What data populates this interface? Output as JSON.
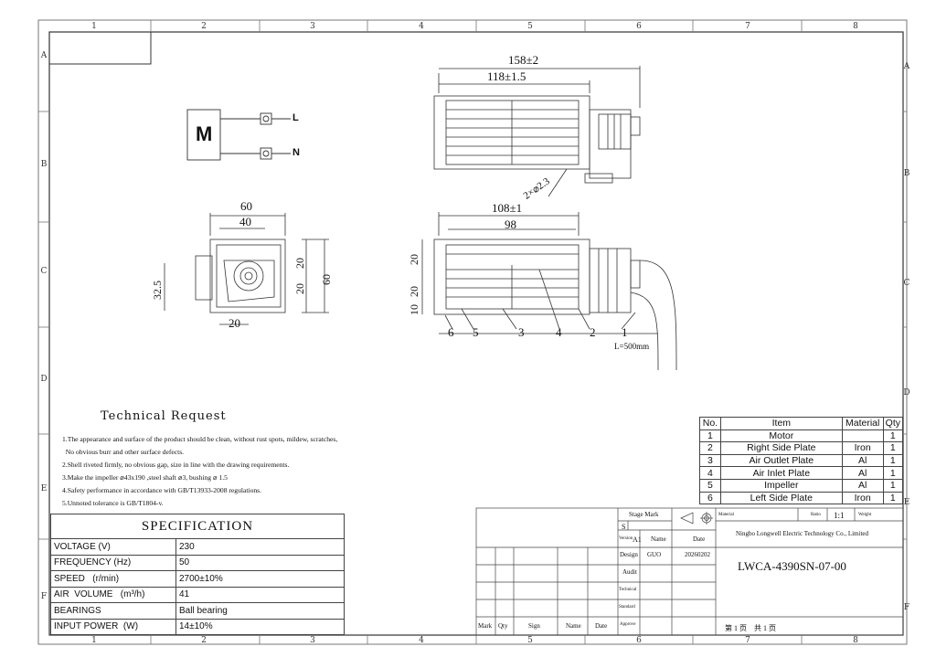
{
  "zones": {
    "columns": [
      "1",
      "2",
      "3",
      "4",
      "5",
      "6",
      "7",
      "8"
    ],
    "rows": [
      "A",
      "B",
      "C",
      "D",
      "E",
      "F"
    ]
  },
  "wiring": {
    "motor_label": "M",
    "live_label": "L",
    "neutral_label": "N"
  },
  "dimensions": {
    "top_overall": "158±2",
    "top_inner": "118±1.5",
    "holes": "2×⌀2.3",
    "side_overall": "108±1",
    "side_inner": "98",
    "end_width": "60",
    "end_inner": "40",
    "end_height": "60",
    "end_upper": "20",
    "end_lower": "20",
    "end_left": "32.5",
    "end_bottom": "20",
    "side_top": "20",
    "side_mid": "20",
    "side_low": "10",
    "cable_length": "L=500mm"
  },
  "balloons": [
    "6",
    "5",
    "3",
    "4",
    "2",
    "1"
  ],
  "technical_request": {
    "title": "Technical Request",
    "lines": [
      "1.The appearance and surface of the product should be clean, without rust spots, mildew, scratches,",
      "  No obvious burr and other surface defects.",
      "2.Shell riveted firmly, no obvious gap, size in line with the drawing requirements.",
      "3.Make the impeller ⌀43x190 ,steel shaft ⌀3, bushing ⌀ 1.5",
      "4.Safety performance in accordance with GB/T13933-2008 regulations.",
      "5.Unnoted tolerance is GB/T1804-v."
    ]
  },
  "specification": {
    "title": "SPECIFICATION",
    "rows": [
      {
        "label": "VOLTAGE (V)",
        "value": "230"
      },
      {
        "label": "FREQUENCY (Hz)",
        "value": "50"
      },
      {
        "label": "SPEED   (r/min)",
        "value": "2700±10%"
      },
      {
        "label": "AIR  VOLUME   (m³/h)",
        "value": "41"
      },
      {
        "label": "BEARINGS",
        "value": "Ball bearing"
      },
      {
        "label": "INPUT POWER  (W)",
        "value": "14±10%"
      }
    ]
  },
  "parts_list": {
    "headers": [
      "No.",
      "Item",
      "Material",
      "Qty"
    ],
    "rows": [
      [
        "1",
        "Motor",
        "",
        "1"
      ],
      [
        "2",
        "Right Side Plate",
        "Iron",
        "1"
      ],
      [
        "3",
        "Air Outlet Plate",
        "Al",
        "1"
      ],
      [
        "4",
        "Air Inlet Plate",
        "Al",
        "1"
      ],
      [
        "5",
        "Impeller",
        "Al",
        "1"
      ],
      [
        "6",
        "Left Side Plate",
        "Iron",
        "1"
      ]
    ]
  },
  "title_block": {
    "stage_mark": "Stage Mark",
    "stage": "S",
    "version_label": "Version",
    "version": "A1",
    "name_label": "Name",
    "date_label": "Date",
    "material_label": "Material",
    "ratio_label": "Ratio",
    "ratio": "1:1",
    "weight_label": "Weight",
    "company": "Ningbo Longwell Electric Technology  Co., Limited",
    "design_label": "Design",
    "designer": "GUO",
    "design_date": "20260202",
    "drawing_no": "LWCA-4390SN-07-00",
    "audit_label": "Audit",
    "technical_label": "Technical",
    "standard_label": "Standard",
    "approve_label": "Approve",
    "mark_label": "Mark",
    "qty_label": "Qty",
    "sign_label": "Sign",
    "name2_label": "Name",
    "date2_label": "Date",
    "sheet": "第 1 页    共 1 页"
  }
}
